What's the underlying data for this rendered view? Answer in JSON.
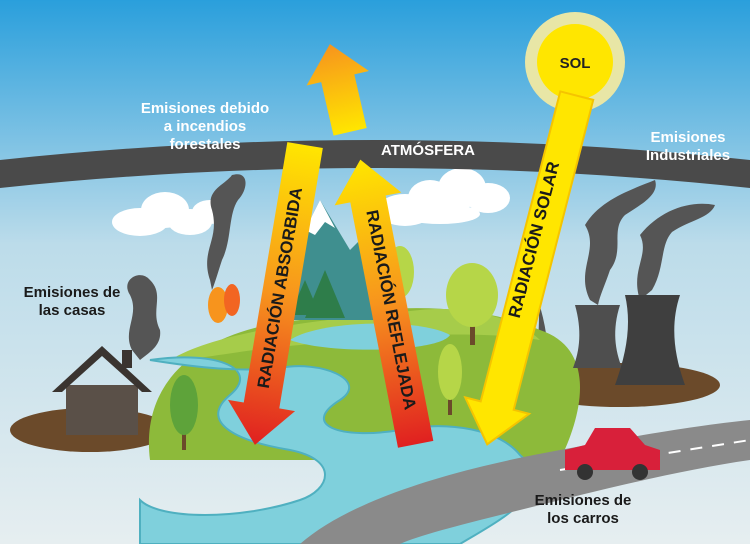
{
  "labels": {
    "forest_fires": [
      "Emisiones debido",
      "a incendios",
      "forestales"
    ],
    "atmosphere": "ATMÓSFERA",
    "sun": "SOL",
    "industrial": [
      "Emisiones",
      "Industriales"
    ],
    "houses": [
      "Emisiones de",
      "las casas"
    ],
    "cars": [
      "Emisiones de",
      "los carros"
    ]
  },
  "arrows": {
    "absorbed": "RADIACIÓN ABSORBIDA",
    "reflected": "RADIACIÓN REFLEJADA",
    "solar": "RADIACIÓN SOLAR"
  },
  "colors": {
    "sky_top": "#2a9fdc",
    "sky_bottom": "#dce9ee",
    "atmosphere": "#4a4a4a",
    "sun": "#ffe600",
    "grass": "#8dba3a",
    "water": "#7fd0dc",
    "car": "#d8203a"
  }
}
